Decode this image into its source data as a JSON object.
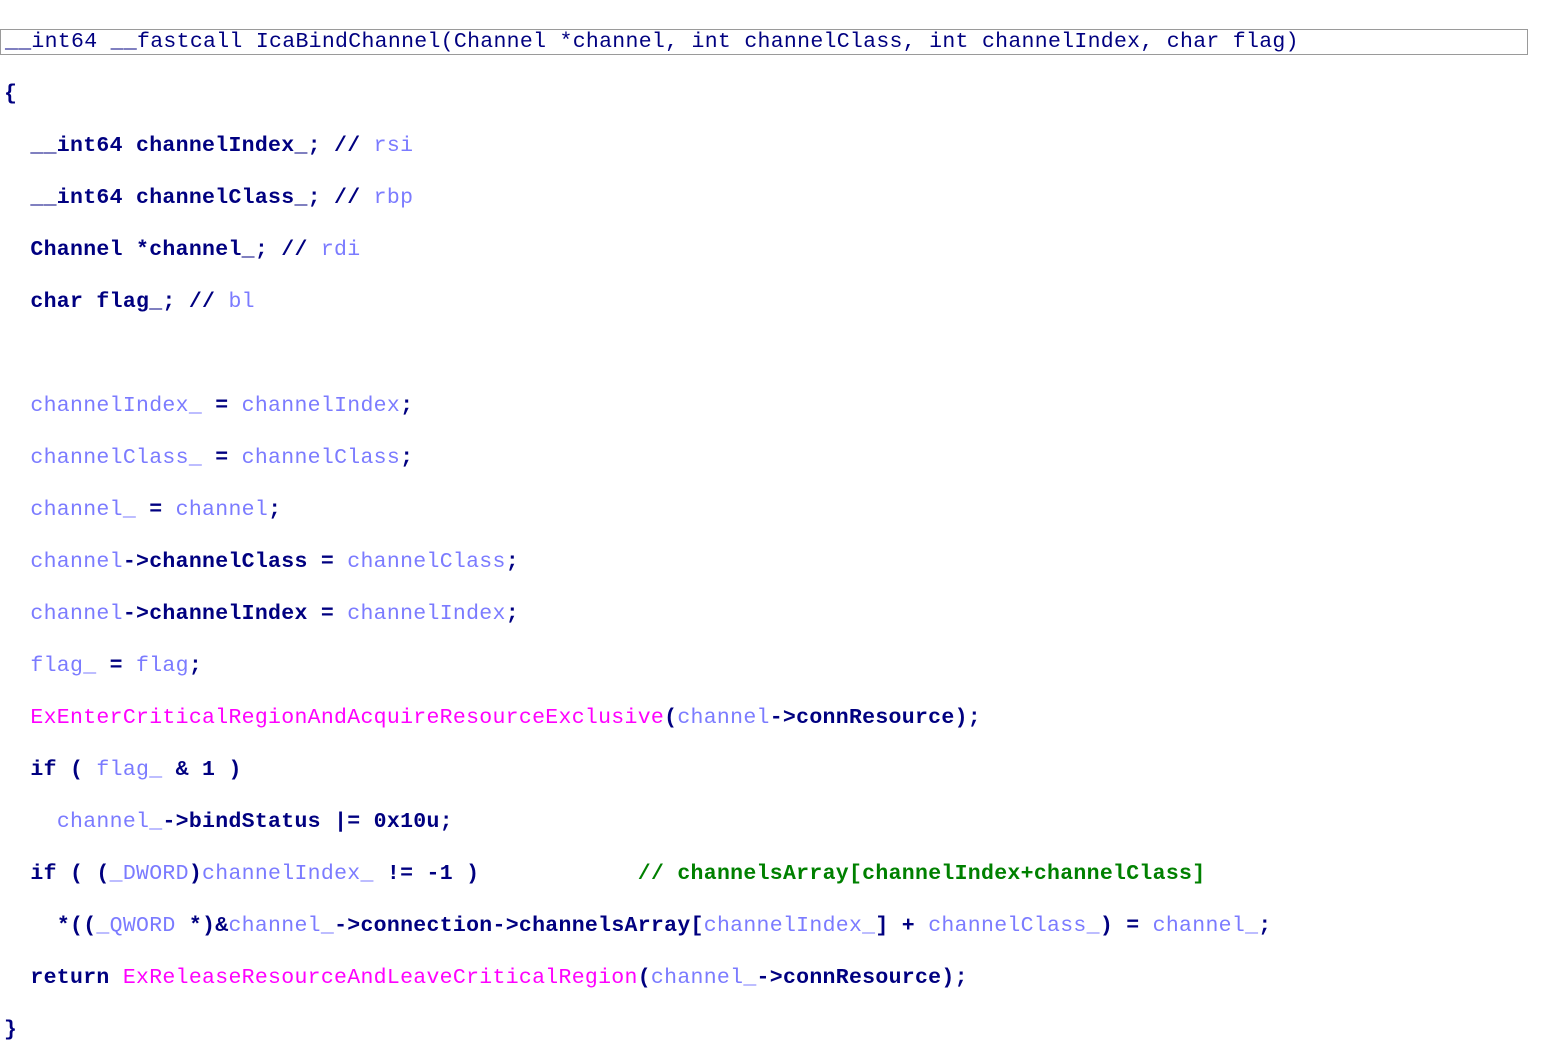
{
  "code": {
    "signature": "__int64 __fastcall IcaBindChannel(Channel *channel, int channelClass, int channelIndex, char flag)",
    "open_brace": "{",
    "close_brace": "}",
    "decl1": {
      "type": "__int64 channelIndex_;",
      "comment": " // ",
      "reg": "rsi"
    },
    "decl2": {
      "type": "__int64 channelClass_;",
      "comment": " // ",
      "reg": "rbp"
    },
    "decl3": {
      "type": "Channel *channel_;",
      "comment": " // ",
      "reg": "rdi"
    },
    "decl4": {
      "type": "char flag_;",
      "comment": " // ",
      "reg": "bl"
    },
    "s1": {
      "lhs": "channelIndex_",
      "op": " = ",
      "rhs": "channelIndex",
      "end": ";"
    },
    "s2": {
      "lhs": "channelClass_",
      "op": " = ",
      "rhs": "channelClass",
      "end": ";"
    },
    "s3": {
      "lhs": "channel_",
      "op": " = ",
      "rhs": "channel",
      "end": ";"
    },
    "s4": {
      "obj": "channel",
      "arrow_field": "->channelClass",
      "op": " = ",
      "rhs": "channelClass",
      "end": ";"
    },
    "s5": {
      "obj": "channel",
      "arrow_field": "->channelIndex",
      "op": " = ",
      "rhs": "channelIndex",
      "end": ";"
    },
    "s6": {
      "lhs": "flag_",
      "op": " = ",
      "rhs": "flag",
      "end": ";"
    },
    "s7": {
      "func": "ExEnterCriticalRegionAndAcquireResourceExclusive",
      "open": "(",
      "obj": "channel",
      "field": "->connResource",
      "end": ");"
    },
    "s8": {
      "kw": "if ( ",
      "var": "flag_",
      "rest": " & 1 )"
    },
    "s9": {
      "obj": "channel_",
      "rest": "->bindStatus |= 0x10u;"
    },
    "s10": {
      "kw": "if ( (",
      "cast": "_DWORD",
      "close": ")",
      "var": "channelIndex_",
      "rest": " != -1 )",
      "pad": "            ",
      "comment": "// channelsArray[channelIndex+channelClass]"
    },
    "s11": {
      "pre": "*((",
      "cast": "_QWORD",
      "mid": " *)&",
      "obj": "channel_",
      "field": "->connection->channelsArray[",
      "idx": "channelIndex_",
      "plus": "] + ",
      "cls": "channelClass_",
      "eq": ") = ",
      "val": "channel_",
      "end": ";"
    },
    "s12": {
      "kw": "return ",
      "func": "ExReleaseResourceAndLeaveCriticalRegion",
      "open": "(",
      "obj": "channel_",
      "field": "->connResource",
      "end": ");"
    }
  }
}
